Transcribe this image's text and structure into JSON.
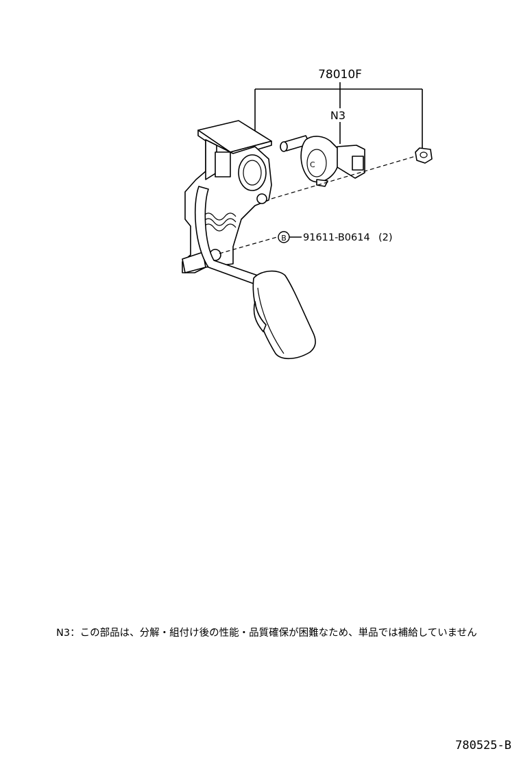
{
  "callouts": {
    "assembly_part_no": "78010F",
    "note_ref": "N3",
    "bolt_circle_letter": "B",
    "bolt_part_no": "91611-B0614",
    "bolt_qty": "(2)"
  },
  "note_text": "N3：この部品は、分解・組付け後の性能・品質確保が困難なため、単品では補給していません",
  "diagram_id": "780525-B"
}
